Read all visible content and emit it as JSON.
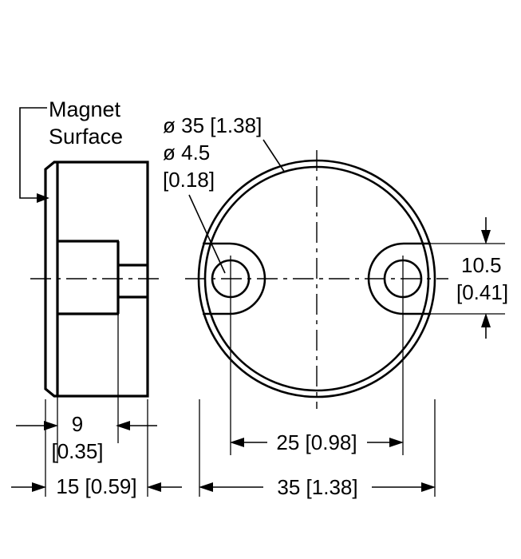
{
  "drawing": {
    "title": "Sensor mounting dimensional drawing",
    "background_color": "#ffffff",
    "line_color": "#000000",
    "notes": [
      {
        "id": "magnet_surface",
        "text_line_1": "Magnet",
        "text_line_2": "Surface"
      }
    ],
    "dimensions": {
      "outer_diameter": "ø 35 [1.38]",
      "hole_diameter_line_1": "ø 4.5",
      "hole_diameter_line_2": "[0.18]",
      "ear_height_line_1": "10.5",
      "ear_height_line_2": "[0.41]",
      "step_depth_line_1": "9",
      "step_depth_line_2": "[0.35]",
      "total_depth": "15 [0.59]",
      "hole_spacing": "25 [0.98]",
      "overall_width": "35 [1.38]"
    },
    "views": {
      "side_view_label": "side-section-view",
      "front_view_label": "front-circular-view"
    }
  }
}
